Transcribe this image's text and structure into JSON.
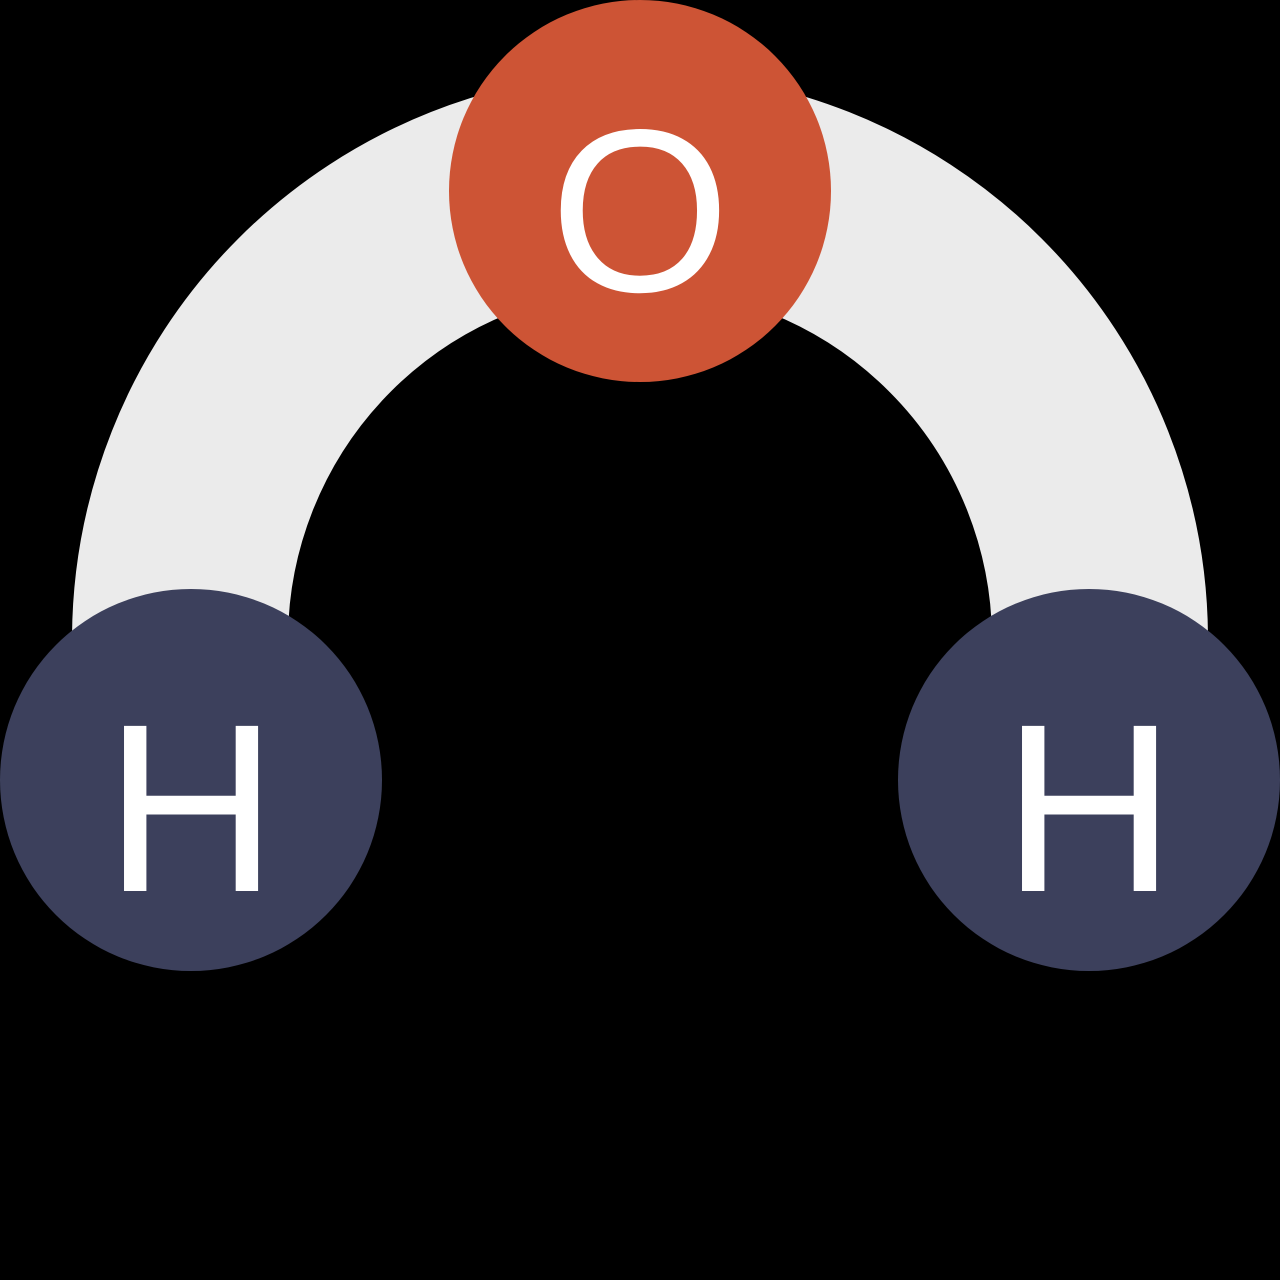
{
  "diagram": {
    "colors": {
      "background": "#000000",
      "bond": "#ebebeb",
      "oxygen": "#cd5435",
      "hydrogen": "#3c405c",
      "label": "#ffffff"
    },
    "atoms": {
      "oxygen": {
        "symbol": "O"
      },
      "hydrogen_left": {
        "symbol": "H"
      },
      "hydrogen_right": {
        "symbol": "H"
      }
    }
  }
}
